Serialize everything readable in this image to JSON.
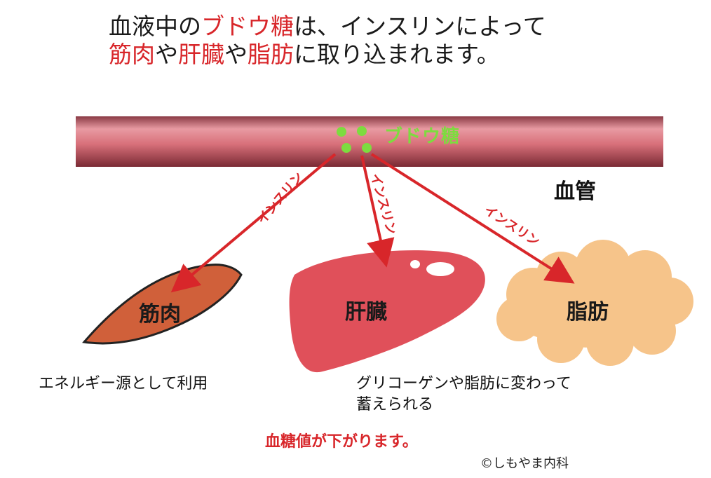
{
  "title": {
    "line1": {
      "part1": "血液中の",
      "highlight": "ブドウ糖",
      "part2": "は、インスリンによって"
    },
    "line2": {
      "organ1": "筋肉",
      "sep1": "や",
      "organ2": "肝臓",
      "sep2": "や",
      "organ3": "脂肪",
      "rest": "に取り込まれます。"
    }
  },
  "vessel": {
    "label": "血管",
    "glucose_label": "ブドウ糖"
  },
  "arrows": {
    "insulin_label": "インスリン"
  },
  "organs": {
    "muscle": "筋肉",
    "liver": "肝臓",
    "fat": "脂肪"
  },
  "descriptions": {
    "muscle": "エネルギー源として利用",
    "liver_line1": "グリコーゲンや脂肪に変わって",
    "liver_line2": "蓄えられる"
  },
  "result": "血糖値が下がります。",
  "credit": "©しもやま内科",
  "colors": {
    "accent": "#d8262a",
    "glucose": "#7ddc3f",
    "vessel": "#c8606a",
    "muscle": "#d0603a",
    "liver": "#e0505a",
    "fat": "#f6c48a"
  }
}
